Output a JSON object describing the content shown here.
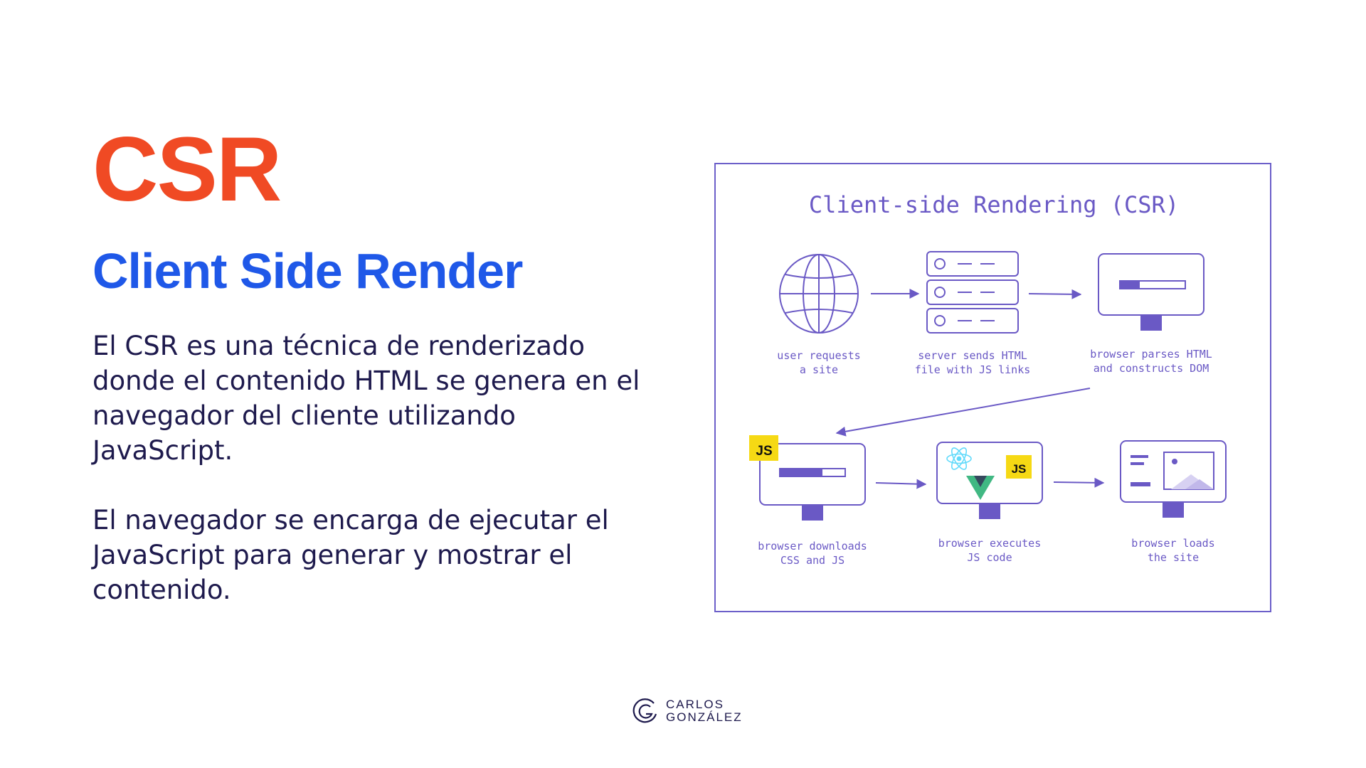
{
  "slide": {
    "title": "CSR",
    "subtitle": "Client Side Render",
    "paragraphs": [
      "El CSR es una técnica de renderizado donde el contenido HTML se genera en el navegador del cliente utilizando JavaScript.",
      "El navegador se encarga de ejecutar el JavaScript para generar y mostrar el contenido."
    ]
  },
  "diagram": {
    "title": "Client-side Rendering (CSR)",
    "steps": [
      {
        "line1": "user requests",
        "line2": "a site",
        "icon": "globe-icon"
      },
      {
        "line1": "server sends HTML",
        "line2": "file with JS links",
        "icon": "server-icon"
      },
      {
        "line1": "browser parses HTML",
        "line2": "and constructs DOM",
        "icon": "monitor-icon"
      },
      {
        "line1": "browser downloads",
        "line2": "CSS and JS",
        "icon": "monitor-js-icon"
      },
      {
        "line1": "browser executes",
        "line2": "JS code",
        "icon": "monitor-frameworks-icon"
      },
      {
        "line1": "browser loads",
        "line2": "the site",
        "icon": "monitor-site-icon"
      }
    ],
    "js_badge": "JS"
  },
  "logo": {
    "line1": "CARLOS",
    "line2": "GONZÁLEZ"
  },
  "colors": {
    "title": "#f04a24",
    "subtitle": "#1f58e8",
    "text": "#1e1a4d",
    "diagram_stroke": "#6a59c5",
    "js_yellow": "#f6d914",
    "vue_green": "#41b883",
    "react_blue": "#61dafb"
  }
}
